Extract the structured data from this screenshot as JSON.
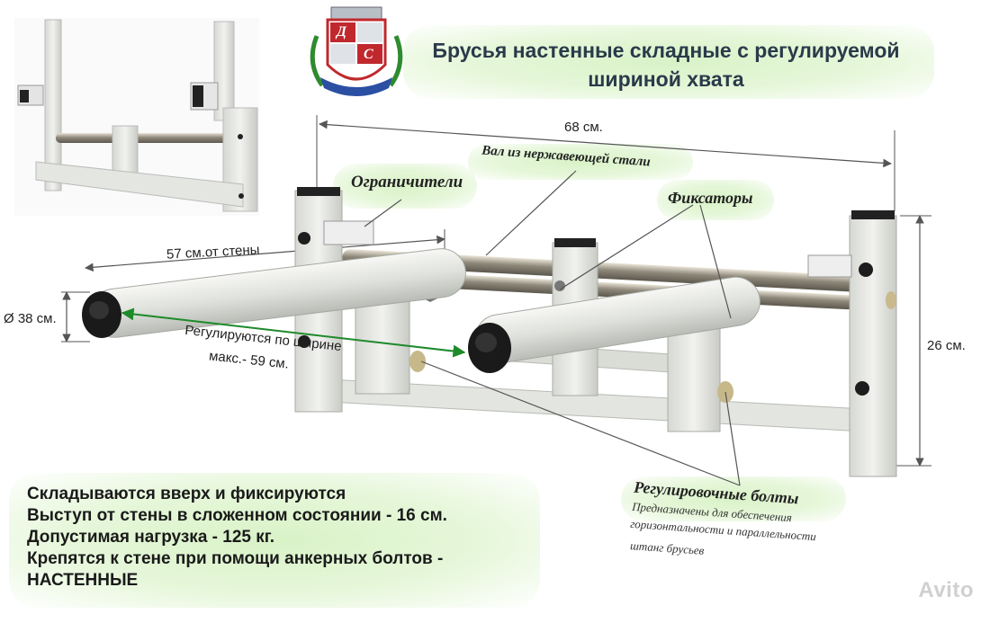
{
  "title": {
    "line1": "Брусья настенные складные с регулируемой",
    "line2": "шириной хвата"
  },
  "logo": {
    "letters": [
      "Д",
      "С"
    ],
    "ribbon_text": ""
  },
  "labels": {
    "shaft": "Вал из нержавеющей стали",
    "limiters": "Ограничители",
    "fixers": "Фиксаторы",
    "length_68": "68 см.",
    "length_57": "57 см.от стены",
    "diameter": "Ø 38 см.",
    "height": "26 см.",
    "adjust_line1": "Регулируются по ширине",
    "adjust_line2": "макс.- 59 см.",
    "bolts_title": "Регулировочные болты",
    "bolts_desc_line1": "Предназначены для обеспечения",
    "bolts_desc_line2": "горизонтальности и параллельности",
    "bolts_desc_line3": "штанг брусьев"
  },
  "notes": [
    "Складываются вверх и фиксируются",
    "Выступ от стены в сложенном состоянии - 16 см.",
    "Допустимая нагрузка - 125 кг.",
    "Крепятся к стене при помощи анкерных болтов -",
    "НАСТЕННЫЕ"
  ],
  "watermark": "Avito",
  "colors": {
    "glow": "#dff4cf",
    "frame": "#e9ebe6",
    "steel": "#b7b2a6",
    "cap": "#1c1c1c",
    "arrow": "#1e8a2a"
  }
}
